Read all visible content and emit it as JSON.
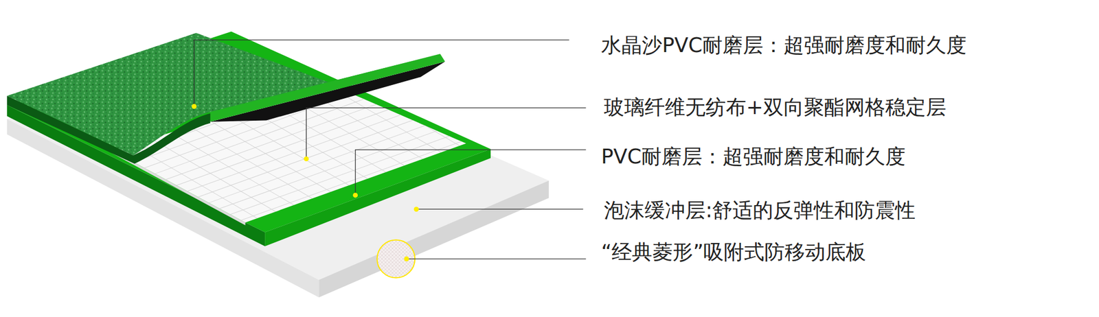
{
  "diagram": {
    "labels": [
      "水晶沙PVC耐磨层：超强耐磨度和耐久度",
      "玻璃纤维无纺布+双向聚酯网格稳定层",
      "PVC耐磨层：超强耐磨度和耐久度",
      "泡沫缓冲层:舒适的反弹性和防震性",
      "“经典菱形”吸附式防移动底板"
    ]
  }
}
